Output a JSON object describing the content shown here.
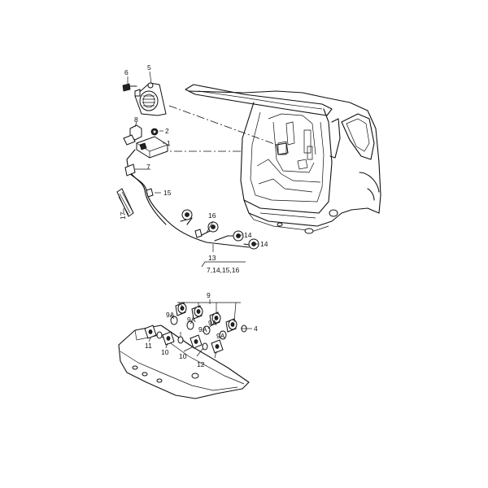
{
  "callouts": [
    {
      "id": "c6",
      "text": "6"
    },
    {
      "id": "c5",
      "text": "5"
    },
    {
      "id": "c8",
      "text": "8"
    },
    {
      "id": "c2",
      "text": "2"
    },
    {
      "id": "c1",
      "text": "1"
    },
    {
      "id": "c7",
      "text": "7"
    },
    {
      "id": "c15",
      "text": "15"
    },
    {
      "id": "c17",
      "text": "17"
    },
    {
      "id": "c16",
      "text": "16"
    },
    {
      "id": "c14a",
      "text": "14"
    },
    {
      "id": "c14b",
      "text": "14"
    },
    {
      "id": "c13",
      "text": "13"
    },
    {
      "id": "cref",
      "text": "7,14,15,16"
    },
    {
      "id": "c9",
      "text": "9"
    },
    {
      "id": "c9a1",
      "text": "9A"
    },
    {
      "id": "c9a2",
      "text": "9A"
    },
    {
      "id": "c9a3",
      "text": "9A"
    },
    {
      "id": "c9a4",
      "text": "9A"
    },
    {
      "id": "c9a5",
      "text": "9A"
    },
    {
      "id": "c4",
      "text": "4"
    },
    {
      "id": "c11",
      "text": "11"
    },
    {
      "id": "c10a",
      "text": "10"
    },
    {
      "id": "c10b",
      "text": "10"
    },
    {
      "id": "c12",
      "text": "12"
    }
  ]
}
